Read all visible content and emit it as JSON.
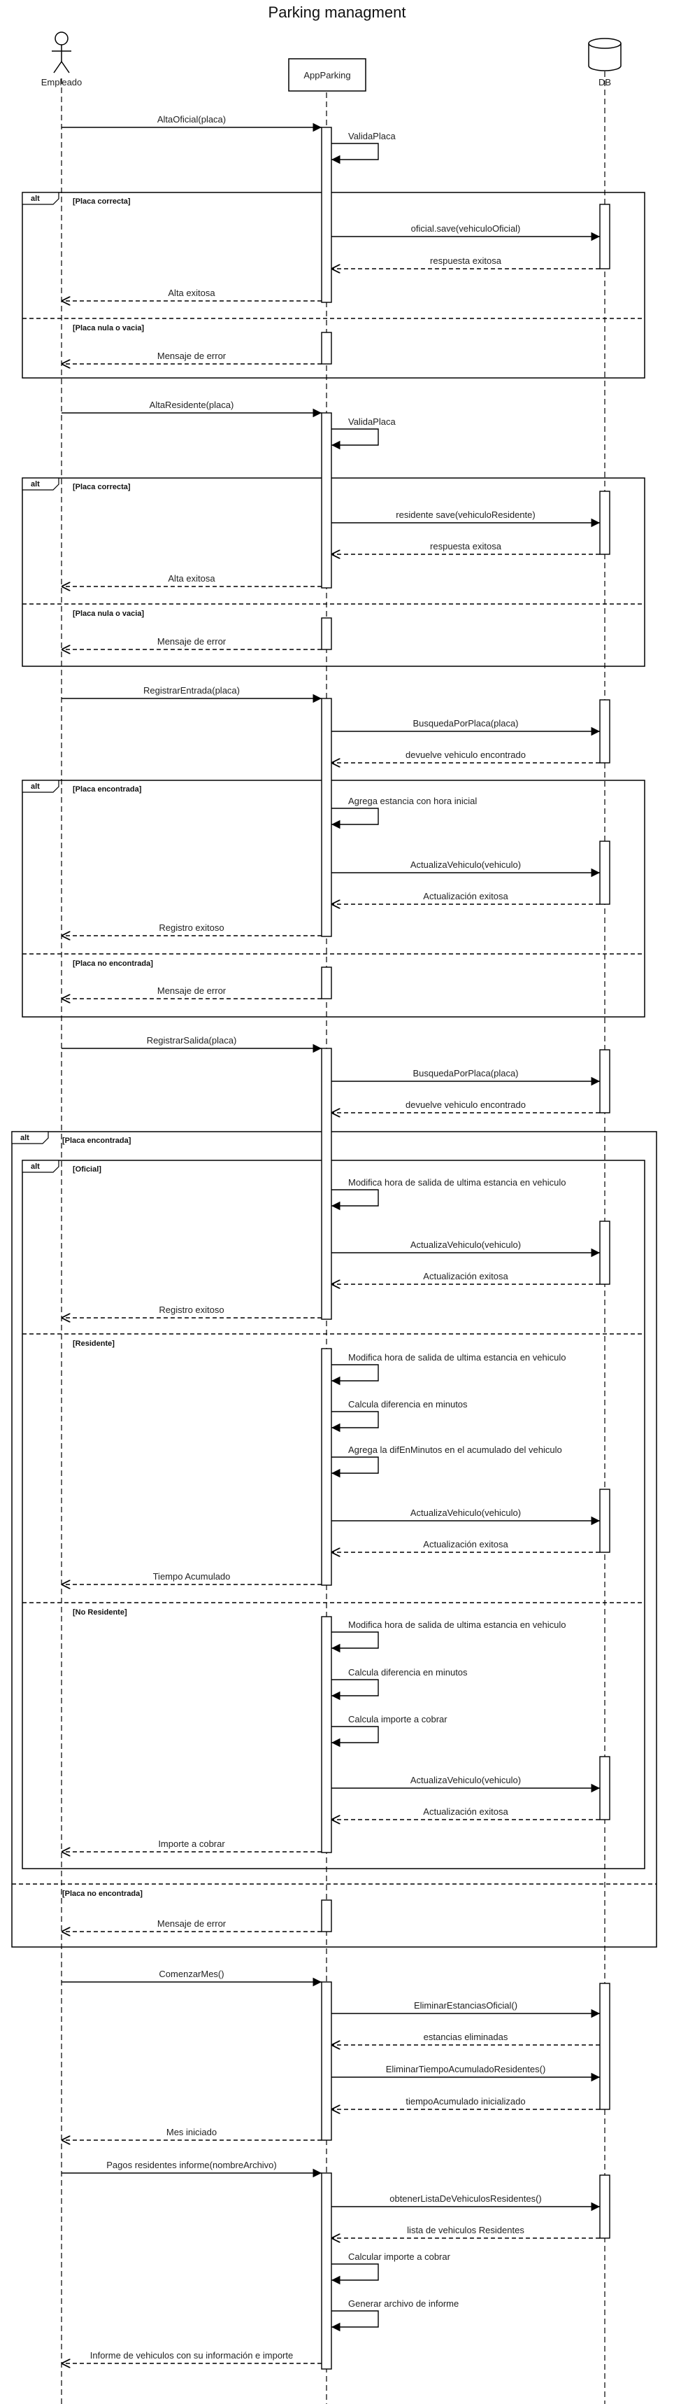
{
  "title": "Parking managment",
  "participants": {
    "empleado": "Empleado",
    "app": "AppParking",
    "db": "DB"
  },
  "fragment_keyword": "alt",
  "guards": [
    "[Placa correcta]",
    "[Placa nula o vacia]",
    "[Placa correcta]",
    "[Placa nula o vacia]",
    "[Placa encontrada]",
    "[Placa no encontrada]",
    "[Placa encontrada]",
    "[Oficial]",
    "[Residente]",
    "[No Residente]",
    "[Placa no encontrada]"
  ],
  "messages": [
    "AltaOficial(placa)",
    "ValidaPlaca",
    "oficial.save(vehiculoOficial)",
    "respuesta exitosa",
    "Alta exitosa",
    "Mensaje de error",
    "AltaResidente(placa)",
    "ValidaPlaca",
    "residente save(vehiculoResidente)",
    "respuesta exitosa",
    "Alta exitosa",
    "Mensaje de error",
    "RegistrarEntrada(placa)",
    "BusquedaPorPlaca(placa)",
    "devuelve vehiculo encontrado",
    "Agrega estancia con hora inicial",
    "ActualizaVehiculo(vehiculo)",
    "Actualización exitosa",
    "Registro exitoso",
    "Mensaje de error",
    "RegistrarSalida(placa)",
    "BusquedaPorPlaca(placa)",
    "devuelve vehiculo encontrado",
    "Modifica hora de salida de ultima estancia en vehiculo",
    "ActualizaVehiculo(vehiculo)",
    "Actualización exitosa",
    "Registro exitoso",
    "Modifica hora de salida de ultima estancia en vehiculo",
    "Calcula diferencia en minutos",
    "Agrega la difEnMinutos en el acumulado del vehiculo",
    "ActualizaVehiculo(vehiculo)",
    "Actualización exitosa",
    "Tiempo Acumulado",
    "Modifica hora de salida de ultima estancia en vehiculo",
    "Calcula diferencia en minutos",
    "Calcula importe a cobrar",
    "ActualizaVehiculo(vehiculo)",
    "Actualización exitosa",
    "Importe a cobrar",
    "Mensaje de error",
    "ComenzarMes()",
    "EliminarEstanciasOficial()",
    "estancias eliminadas",
    "EliminarTiempoAcumuladoResidentes()",
    "tiempoAcumulado inicializado",
    "Mes iniciado",
    "Pagos residentes informe(nombreArchivo)",
    "obtenerListaDeVehiculosResidentes()",
    "lista de vehiculos Residentes",
    "Calcular importe a cobrar",
    "Generar archivo de informe",
    "Informe de vehiculos con su información e importe"
  ]
}
